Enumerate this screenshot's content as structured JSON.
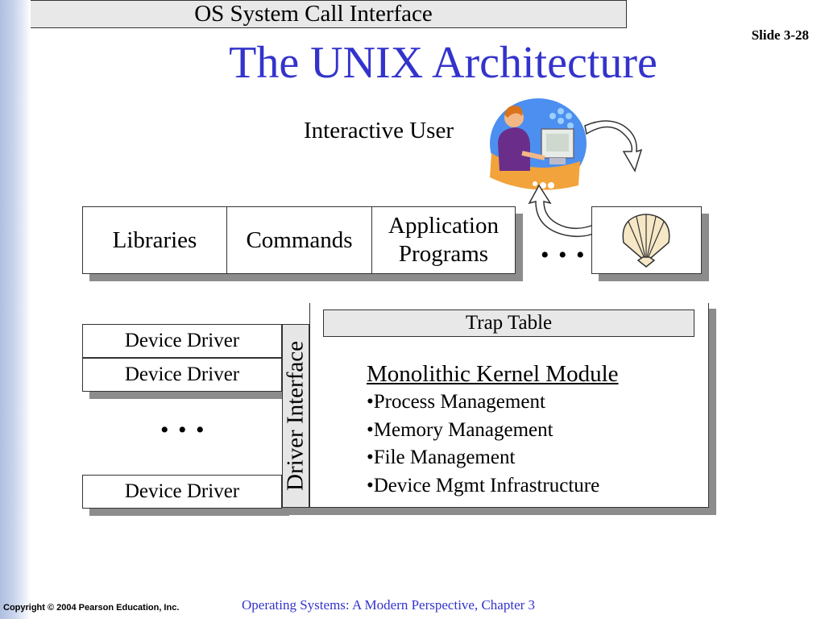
{
  "slide_number": "Slide 3-28",
  "title": "The UNIX Architecture",
  "interactive_user": "Interactive User",
  "top_row": {
    "libraries": "Libraries",
    "commands": "Commands",
    "application_line1": "Application",
    "application_line2": "Programs",
    "ellipsis": "• • •"
  },
  "syscall_interface": "OS System Call Interface",
  "device_drivers": [
    "Device Driver",
    "Device Driver",
    "Device Driver"
  ],
  "driver_ellipsis": "• • •",
  "driver_interface": "Driver Interface",
  "trap_table": "Trap Table",
  "kernel": {
    "title": "Monolithic Kernel Module",
    "items": [
      "•Process Management",
      "•Memory Management",
      "•File Management",
      "•Device Mgmt Infrastructure"
    ]
  },
  "footer": {
    "copyright": "Copyright © 2004 Pearson Education, Inc.",
    "course": "Operating Systems: A Modern Perspective, Chapter 3"
  },
  "icons": [
    "user-at-computer-icon",
    "shell-icon",
    "curved-arrow-icon"
  ],
  "colors": {
    "title": "#3333cc",
    "sidebar": "#c8d4ec",
    "shadow": "#8c8c8c",
    "gray_fill": "#e8e8e8"
  }
}
